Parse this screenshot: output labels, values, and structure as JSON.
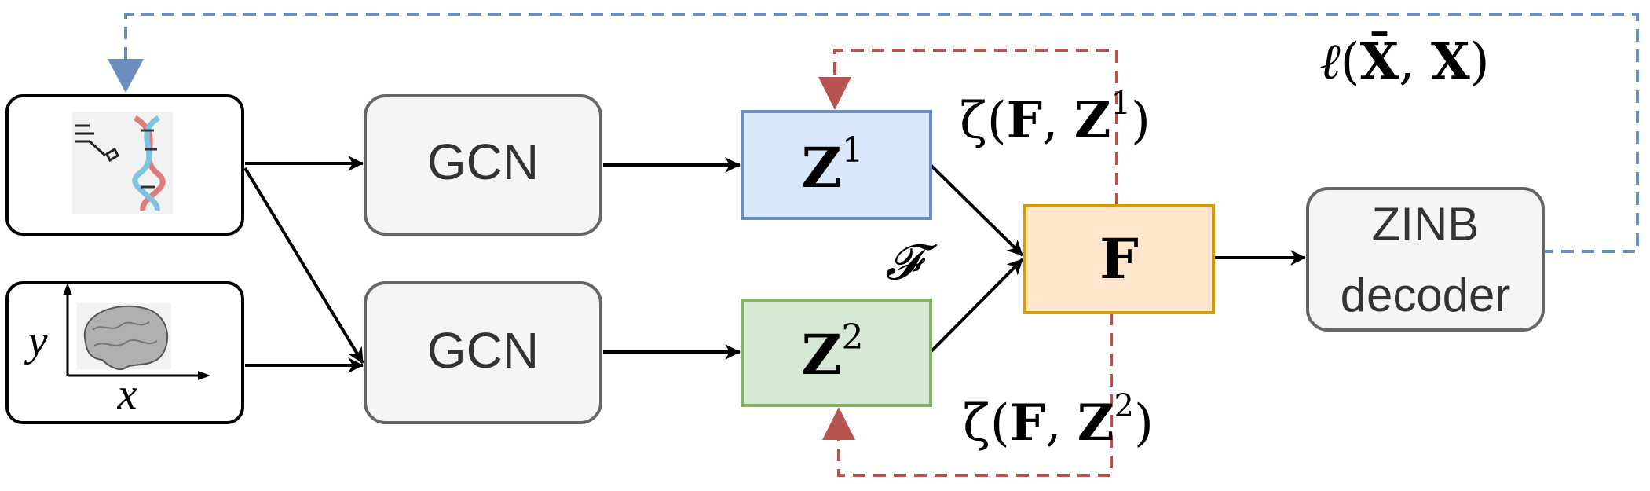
{
  "nodes": {
    "gcn_top": "GCN",
    "gcn_bottom": "GCN",
    "z1": {
      "base": "Z",
      "sup": "1"
    },
    "z2": {
      "base": "Z",
      "sup": "2"
    },
    "fusion": "F",
    "decoder_line1": "ZINB",
    "decoder_line2": "decoder"
  },
  "inputs": {
    "gene_icon": "dna-icon",
    "spatial_icon": "brain-slice-icon",
    "axis_x": "x",
    "axis_y": "y"
  },
  "labels": {
    "fusion_symbol": "𝓕",
    "zeta1": {
      "open": "ζ(",
      "F": "F",
      "sep": ", ",
      "Z": "Z",
      "sup": "1",
      "close": ")"
    },
    "zeta2": {
      "open": "ζ(",
      "F": "F",
      "sep": ", ",
      "Z": "Z",
      "sup": "2",
      "close": ")"
    },
    "loss": {
      "l": "ℓ",
      "open": "(",
      "Xbar": "X̄",
      "sep": ", ",
      "X": "X",
      "close": ")"
    }
  },
  "colors": {
    "z1_fill": "#dae8fc",
    "z1_stroke": "#6c8ebf",
    "z2_fill": "#d5e8d4",
    "z2_stroke": "#82b366",
    "fusion_fill": "#ffe6cc",
    "fusion_stroke": "#d79b00",
    "gcn_fill": "#f5f5f5",
    "gcn_stroke": "#666666",
    "loss_edge": "#6c8ebf",
    "contrast_edge": "#b85450"
  }
}
